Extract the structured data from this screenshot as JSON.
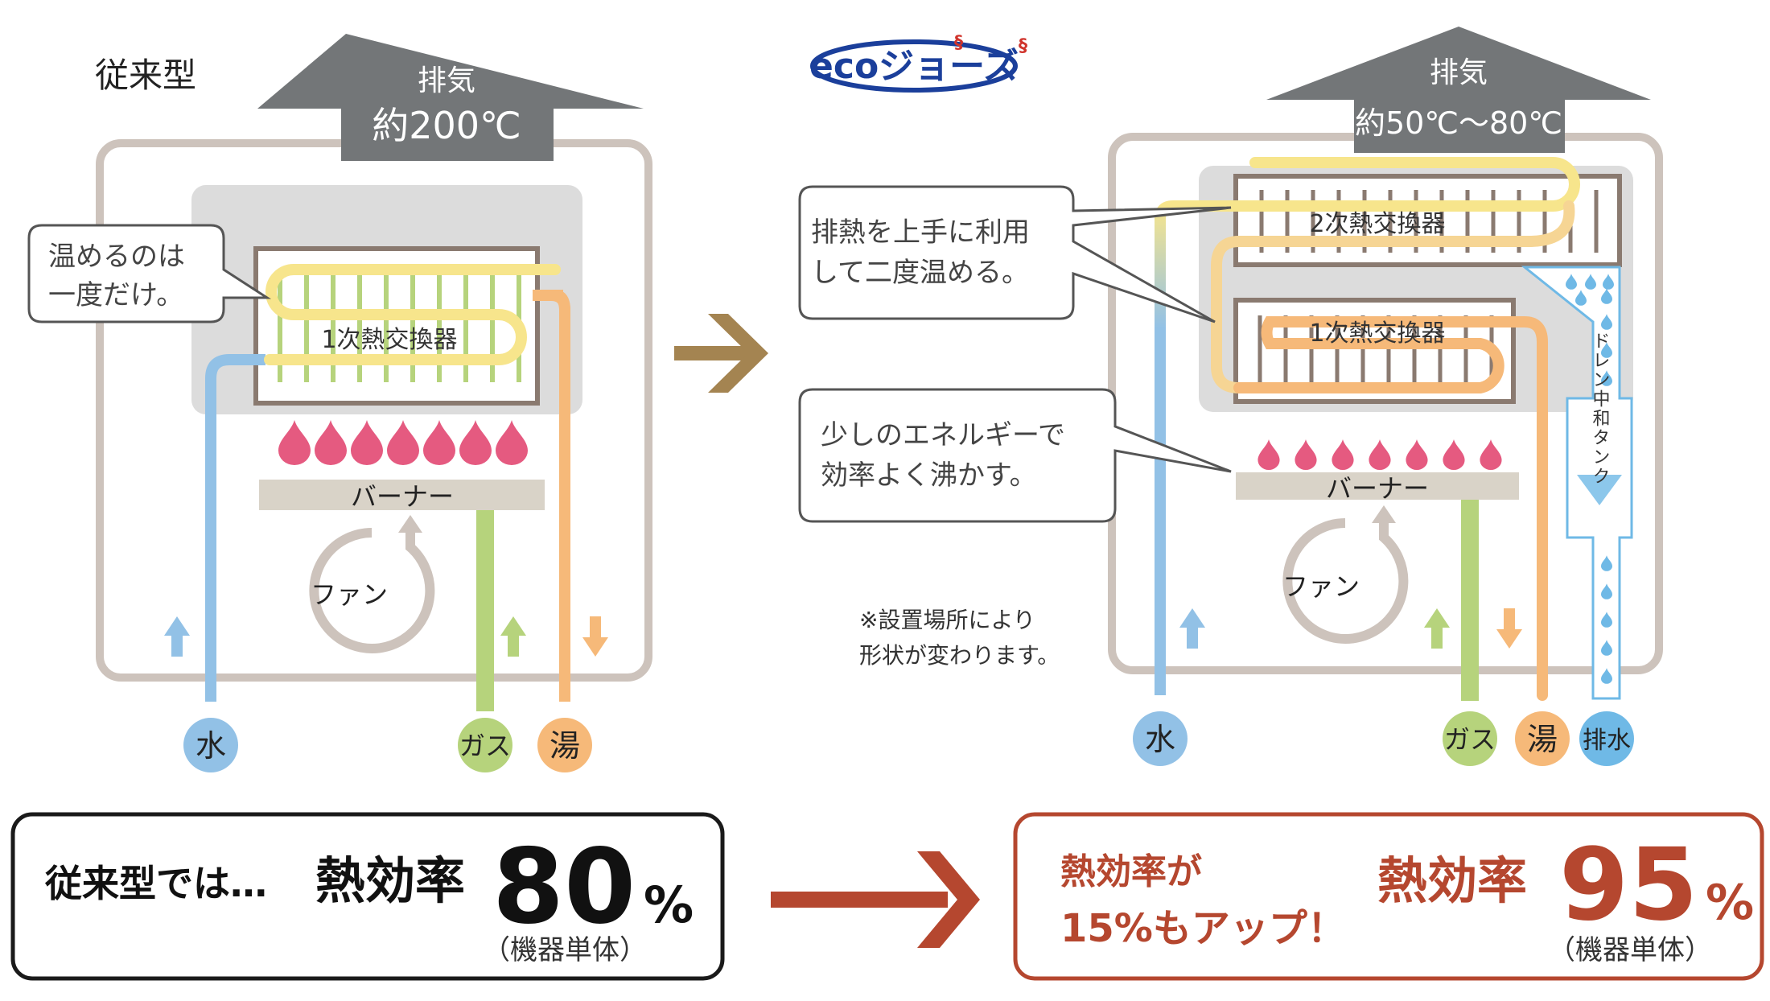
{
  "left": {
    "title": "従来型",
    "exhaust_label": "排気",
    "exhaust_temp": "約200℃",
    "callout": [
      "温めるのは",
      "一度だけ。"
    ],
    "heat_exchanger": "1次熱交換器",
    "burner": "バーナー",
    "fan": "ファン",
    "water": "水",
    "gas": "ガス",
    "hot": "湯"
  },
  "right": {
    "logo_text": "ecoジョーズ",
    "exhaust_label": "排気",
    "exhaust_temp": "約50℃〜80℃",
    "callout1": [
      "排熱を上手に利用",
      "して二度温める。"
    ],
    "callout2": [
      "少しのエネルギーで",
      "効率よく沸かす。"
    ],
    "note": [
      "※設置場所により",
      "形状が変わります。"
    ],
    "heat_exchanger_2": "2次熱交換器",
    "heat_exchanger_1": "1次熱交換器",
    "burner": "バーナー",
    "fan": "ファン",
    "drain_tank": "ドレン中和タンク",
    "water": "水",
    "gas": "ガス",
    "hot": "湯",
    "drain": "排水"
  },
  "bottom_left": {
    "prefix": "従来型では…",
    "label": "熱効率",
    "value": "80",
    "unit": "%",
    "note": "（機器単体）"
  },
  "bottom_right": {
    "up_line1": "熱効率が",
    "up_line2": "15%もアップ！",
    "label": "熱効率",
    "value": "95",
    "unit": "%",
    "note": "（機器単体）"
  },
  "colors": {
    "frame": "#cdc3bc",
    "inner_gray": "#dcdcdc",
    "exhaust_arrow": "#737678",
    "water": "#92c1e6",
    "gas": "#b6d37c",
    "hot": "#f6b979",
    "hx_yellow": "#f7e58c",
    "flame": "#e55a80",
    "burner_bar": "#d9d3c8",
    "brown": "#8a7a70",
    "red_accent": "#b5472f",
    "arrow_brown": "#a48451",
    "drain_blue": "#6fb9e6"
  }
}
